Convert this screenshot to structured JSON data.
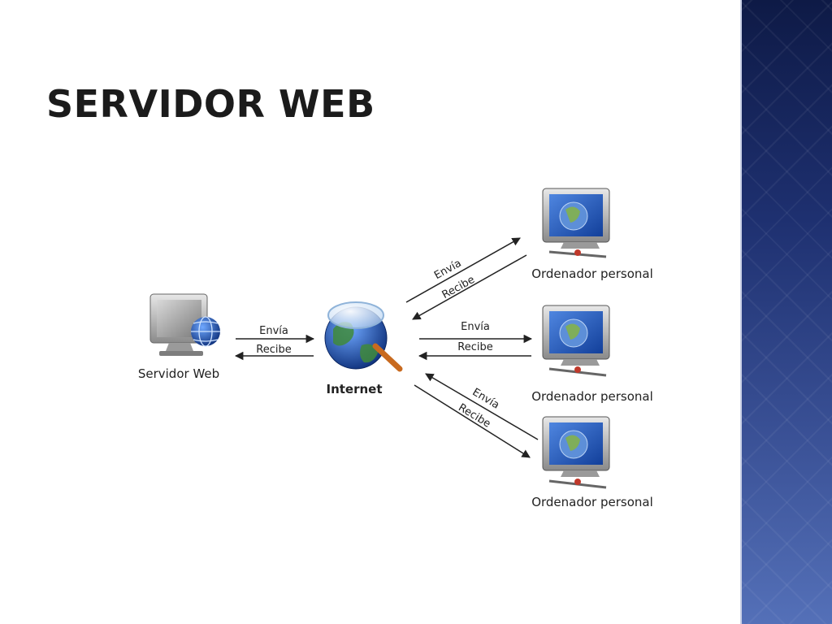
{
  "slide": {
    "title": "SERVIDOR WEB"
  },
  "diagram": {
    "server_label": "Servidor Web",
    "internet_label": "Internet",
    "pc_label": "Ordenador personal",
    "send_label": "Envía",
    "receive_label": "Recibe"
  },
  "colors": {
    "band_top": "#0e1a46",
    "band_bottom": "#5470b8",
    "title": "#1b1b1b",
    "screen": "#1f4fb2",
    "arrow": "#222222"
  }
}
